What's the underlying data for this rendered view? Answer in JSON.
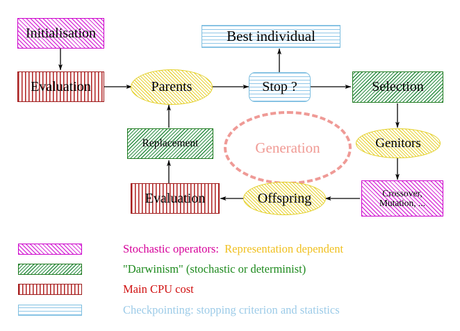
{
  "diagram": {
    "title_hidden": "Evolutionary algorithm cycle",
    "nodes": [
      {
        "id": "initialisation",
        "label": "Initialisation",
        "shape": "rect",
        "style": "magenta"
      },
      {
        "id": "evaluation-top",
        "label": "Evaluation",
        "shape": "rect",
        "style": "red"
      },
      {
        "id": "parents",
        "label": "Parents",
        "shape": "ellipse",
        "style": "yellow"
      },
      {
        "id": "best-individual",
        "label": "Best individual",
        "shape": "rect",
        "style": "blue"
      },
      {
        "id": "stop",
        "label": "Stop ?",
        "shape": "rounded-rect",
        "style": "blue"
      },
      {
        "id": "selection",
        "label": "Selection",
        "shape": "rect",
        "style": "green"
      },
      {
        "id": "genitors",
        "label": "Genitors",
        "shape": "ellipse",
        "style": "yellow"
      },
      {
        "id": "crossover",
        "label": "Crossover,\nMutation, ...",
        "shape": "rect",
        "style": "magenta"
      },
      {
        "id": "offspring",
        "label": "Offspring",
        "shape": "ellipse",
        "style": "yellow"
      },
      {
        "id": "evaluation-bottom",
        "label": "Evaluation",
        "shape": "rect",
        "style": "red"
      },
      {
        "id": "replacement",
        "label": "Replacement",
        "shape": "rect",
        "style": "green"
      },
      {
        "id": "generation",
        "label": "Generation",
        "shape": "dashed-ellipse",
        "style": "salmon"
      }
    ],
    "edges": [
      {
        "from": "initialisation",
        "to": "evaluation-top"
      },
      {
        "from": "evaluation-top",
        "to": "parents"
      },
      {
        "from": "parents",
        "to": "stop"
      },
      {
        "from": "stop",
        "to": "best-individual"
      },
      {
        "from": "stop",
        "to": "selection"
      },
      {
        "from": "selection",
        "to": "genitors"
      },
      {
        "from": "genitors",
        "to": "crossover"
      },
      {
        "from": "crossover",
        "to": "offspring"
      },
      {
        "from": "offspring",
        "to": "evaluation-bottom"
      },
      {
        "from": "evaluation-bottom",
        "to": "replacement"
      },
      {
        "from": "replacement",
        "to": "parents"
      }
    ]
  },
  "legend": {
    "rows": [
      {
        "swatch": "magenta",
        "text": "Stochastic operators:",
        "text2": "Representation dependent"
      },
      {
        "swatch": "green",
        "text": "\"Darwinism\" (stochastic or determinist)",
        "text2": ""
      },
      {
        "swatch": "red",
        "text": "Main CPU cost",
        "text2": ""
      },
      {
        "swatch": "blue",
        "text": "Checkpointing: stopping criterion and statistics",
        "text2": ""
      }
    ]
  },
  "colors": {
    "magenta": "#cc00cc",
    "green": "#1e7a1e",
    "red": "#9e1b1b",
    "blue": "#7fbfe0",
    "yellow": "#e3cf24",
    "salmon": "#ef9a96",
    "gold": "#f0c020",
    "arrow": "#000000",
    "background": "#ffffff"
  }
}
